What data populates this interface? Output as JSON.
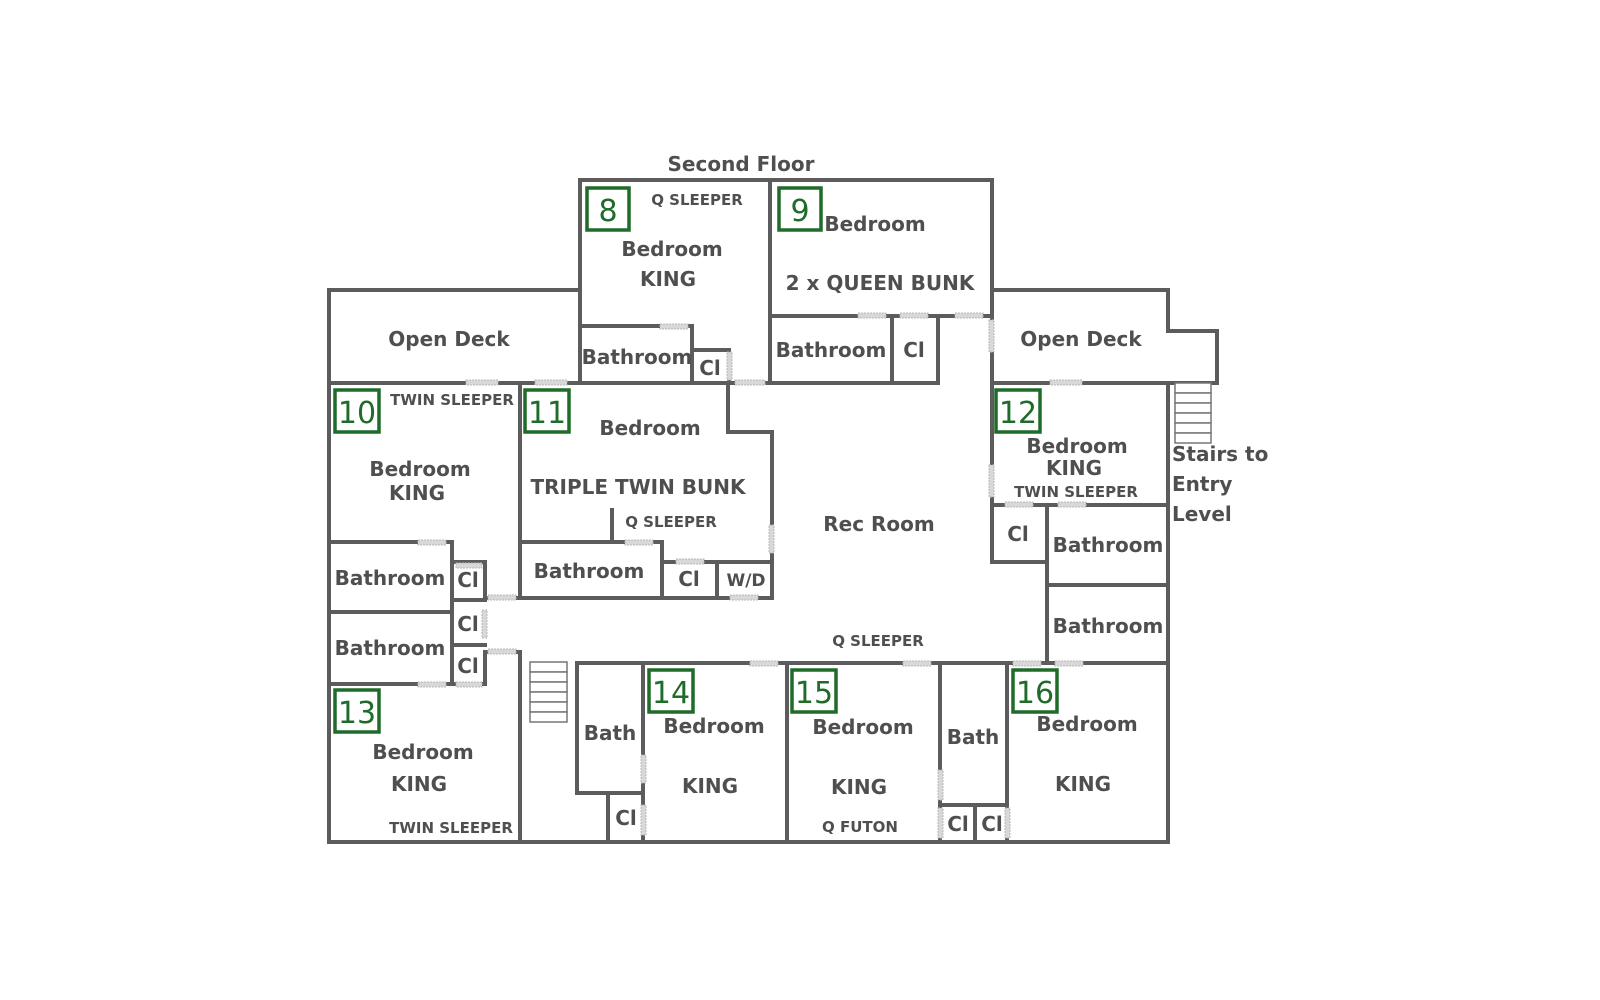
{
  "title": "Second Floor",
  "colors": {
    "walls": "#5c5c5c",
    "room_number": "#1e6b2a",
    "text": "#4f4f4f"
  },
  "rooms": {
    "r8": {
      "number": "8",
      "extra": "Q SLEEPER",
      "name": "Bedroom",
      "bed": "KING"
    },
    "r9": {
      "number": "9",
      "name": "Bedroom",
      "bed": "2 x QUEEN BUNK"
    },
    "r10": {
      "number": "10",
      "extra": "TWIN SLEEPER",
      "name": "Bedroom",
      "bed": "KING"
    },
    "r11": {
      "number": "11",
      "name": "Bedroom",
      "bed": "TRIPLE TWIN BUNK",
      "extra": "Q SLEEPER"
    },
    "r12": {
      "number": "12",
      "name": "Bedroom",
      "bed": "KING",
      "extra": "TWIN SLEEPER"
    },
    "r13": {
      "number": "13",
      "name": "Bedroom",
      "bed": "KING",
      "extra": "TWIN SLEEPER"
    },
    "r14": {
      "number": "14",
      "name": "Bedroom",
      "bed": "KING"
    },
    "r15": {
      "number": "15",
      "name": "Bedroom",
      "bed": "KING",
      "extra": "Q FUTON"
    },
    "r16": {
      "number": "16",
      "name": "Bedroom",
      "bed": "KING"
    }
  },
  "spaces": {
    "open_deck_left": "Open Deck",
    "open_deck_right": "Open Deck",
    "rec_room": "Rec Room",
    "rec_room_extra": "Q SLEEPER",
    "stairs": [
      "Stairs to",
      "Entry",
      "Level"
    ],
    "bathroom": "Bathroom",
    "bath": "Bath",
    "closet": "Cl",
    "washer_dryer": "W/D"
  }
}
